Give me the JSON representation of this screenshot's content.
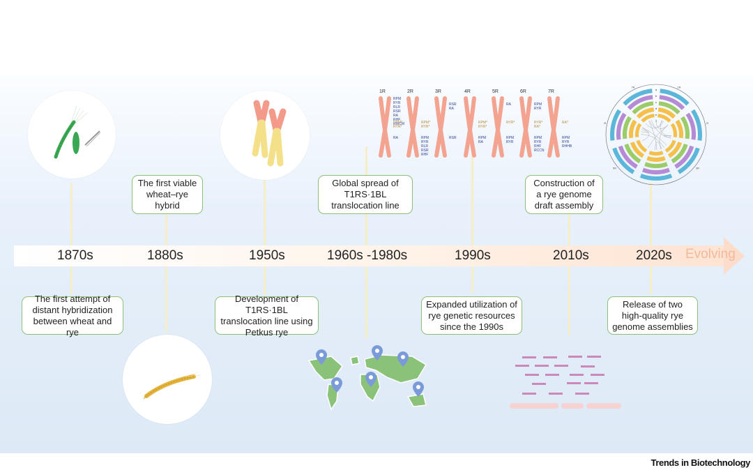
{
  "figure": {
    "credit": "Trends in Biotechnology",
    "arrow_end_label": "Evolving"
  },
  "timeline": [
    {
      "era": "1870s",
      "event": "The first attempt of distant hybridization between wheat and rye",
      "event_position": "below",
      "illustration": "green wheat spike, rye spike and tweezers"
    },
    {
      "era": "1880s",
      "event": "The first viable wheat–rye hybrid",
      "event_position": "above",
      "illustration": "golden wheat-rye hybrid spike"
    },
    {
      "era": "1950s",
      "event": "Development of T1RS·1BL translocation line using Petkus rye",
      "event_position": "below",
      "illustration": "translocation chromosomes"
    },
    {
      "era": "1960s -1980s",
      "event": "Global spread of T1RS·1BL translocation line",
      "event_position": "above",
      "illustration": "world map with location pins"
    },
    {
      "era": "1990s",
      "event": "Expanded utilization of rye genetic resources since the 1990s",
      "event_position": "below",
      "illustration": "rye chromosomes 1R-7R with resistance genes"
    },
    {
      "era": "2010s",
      "event": "Construction of a rye genome draft assembly",
      "event_position": "above",
      "illustration": "draft assembly contigs"
    },
    {
      "era": "2020s",
      "event": "Release of two high-quality rye genome assemblies",
      "event_position": "below",
      "illustration": "circos genome plot"
    }
  ],
  "chromosomes": [
    {
      "label": "1R",
      "upper": "RPM\nRYR\nRLR\nRSR\nRA\nRHF\nRWCM",
      "mid": "RPM*\nRYR*",
      "lower": "RA"
    },
    {
      "label": "2R",
      "upper": "",
      "mid": "RPM*\nRYR*",
      "lower": "RPM\nRYR\nRLR\nRSR\nRHF"
    },
    {
      "label": "3R",
      "upper": "RSR\nRA",
      "mid": "",
      "lower": "RSR"
    },
    {
      "label": "4R",
      "upper": "",
      "mid": "RPM*\nRYR*",
      "lower": "RPM\nRA"
    },
    {
      "label": "5R",
      "upper": "RA",
      "mid": "RYR*",
      "lower": "RPM\nRYR"
    },
    {
      "label": "6R",
      "upper": "RPM\nRYR",
      "mid": "RYR*\nRA*",
      "lower": "RPM\nRYR\nRHF\nRCCN"
    },
    {
      "label": "7R",
      "upper": "",
      "mid": "RA*",
      "lower": "RPM\nRYR\nRHHB"
    }
  ],
  "circos": {
    "ring_labels": [
      "a",
      "b",
      "c",
      "d",
      "e",
      "f"
    ],
    "sector_labels": [
      "1R",
      "2R",
      "3R",
      "4R",
      "5R",
      "6R",
      "7R"
    ]
  },
  "colors": {
    "box_border": "#8cbf7a",
    "chromosome": "#f4a391",
    "gene_label": "#2e3f9a",
    "gene_label_alt": "#b88b3a",
    "year_text": "#222222",
    "evolving_text": "#f2b99a",
    "connector": "#f7edc8"
  }
}
